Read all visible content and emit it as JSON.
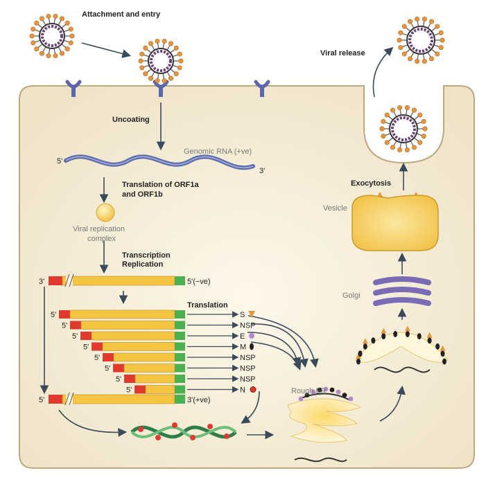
{
  "labels": {
    "attachment": "Attachment and entry",
    "uncoating": "Uncoating",
    "genomic_rna": "Genomic RNA (+ve)",
    "five_prime": "5'",
    "three_prime": "3'",
    "translation_orf_1": "Translation of ORF1a",
    "translation_orf_2": "and ORF1b",
    "replication_complex_1": "Viral replication",
    "replication_complex_2": "complex",
    "transcription": "Transcription",
    "replication": "Replication",
    "neg_strand": "5'(−ve)",
    "pos_strand": "3'(+ve)",
    "translation": "Translation",
    "rough_er": "Rough ER",
    "golgi": "Golgi",
    "vesicle": "Vesicle",
    "exocytosis": "Exocytosis",
    "viral_release": "Viral release"
  },
  "proteins": [
    "S",
    "NSP",
    "E",
    "M",
    "NSP",
    "NSP",
    "NSP",
    "N"
  ],
  "colors": {
    "cell_fill": "#f8f0dc",
    "rna_bar": "#f5c542",
    "rna_red": "#e03a2f",
    "rna_green": "#4caf50",
    "spike": "#e8963a",
    "envelope": "#6a3d7a",
    "receptor": "#5c66a8",
    "golgi": "#7a6bb5",
    "vesicle": "#f5c542"
  }
}
